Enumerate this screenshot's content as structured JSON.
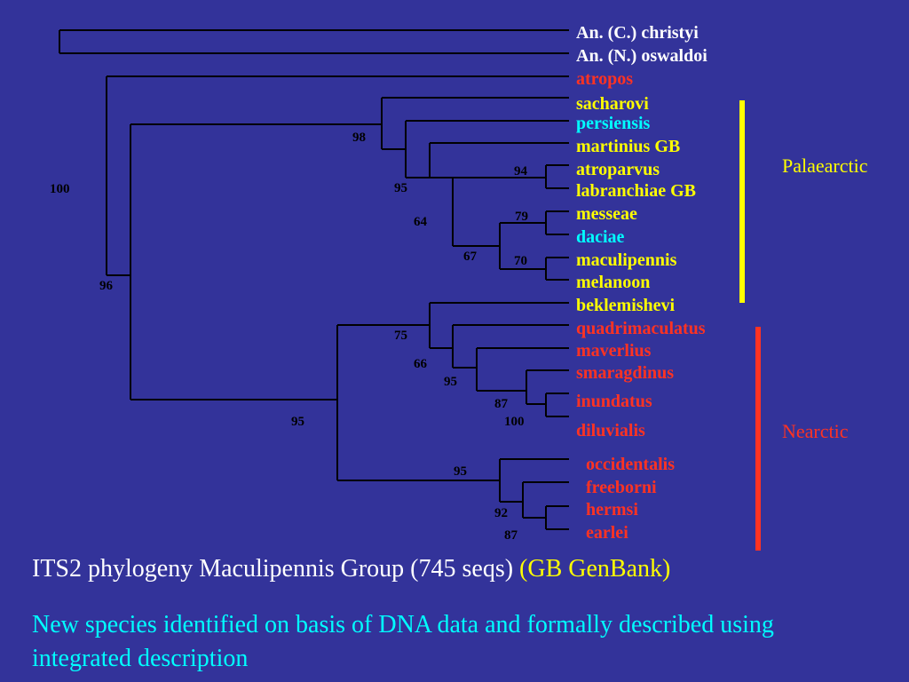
{
  "colors": {
    "background": "#33339a",
    "white": "#ffffff",
    "yellow": "#ffff00",
    "red": "#ff3322",
    "cyan": "#00ffff",
    "branch": "#000000"
  },
  "taxa": [
    {
      "label": "An. (C.) christyi",
      "color": "white"
    },
    {
      "label": "An. (N.) oswaldoi",
      "color": "white"
    },
    {
      "label": "atropos",
      "color": "red"
    },
    {
      "label": "sacharovi",
      "color": "yellow"
    },
    {
      "label": "persiensis",
      "color": "cyan"
    },
    {
      "label": "martinius  GB",
      "color": "yellow"
    },
    {
      "label": "atroparvus",
      "color": "yellow"
    },
    {
      "label": "labranchiae GB",
      "color": "yellow"
    },
    {
      "label": "messeae",
      "color": "yellow"
    },
    {
      "label": "daciae",
      "color": "cyan"
    },
    {
      "label": "maculipennis",
      "color": "yellow"
    },
    {
      "label": "melanoon",
      "color": "yellow"
    },
    {
      "label": "beklemishevi",
      "color": "yellow"
    },
    {
      "label": "quadrimaculatus",
      "color": "red"
    },
    {
      "label": "maverlius",
      "color": "red"
    },
    {
      "label": "smaragdinus",
      "color": "red"
    },
    {
      "label": "inundatus",
      "color": "red"
    },
    {
      "label": "diluvialis",
      "color": "red"
    },
    {
      "label": "occidentalis",
      "color": "red"
    },
    {
      "label": "freeborni",
      "color": "red"
    },
    {
      "label": "hermsi",
      "color": "red"
    },
    {
      "label": "earlei",
      "color": "red"
    }
  ],
  "bootstrap_values": [
    "100",
    "96",
    "98",
    "95",
    "64",
    "67",
    "94",
    "79",
    "70",
    "95",
    "75",
    "66",
    "95",
    "87",
    "100",
    "95",
    "92",
    "87"
  ],
  "regions": {
    "palaearctic": {
      "label": "Palaearctic",
      "color": "yellow"
    },
    "nearctic": {
      "label": "Nearctic",
      "color": "red"
    }
  },
  "caption": {
    "main": "ITS2 phylogeny Maculipennis Group (745 seqs)",
    "gb_note": "(GB GenBank)",
    "sub": "New species identified on basis of DNA data and formally described using integrated description"
  }
}
